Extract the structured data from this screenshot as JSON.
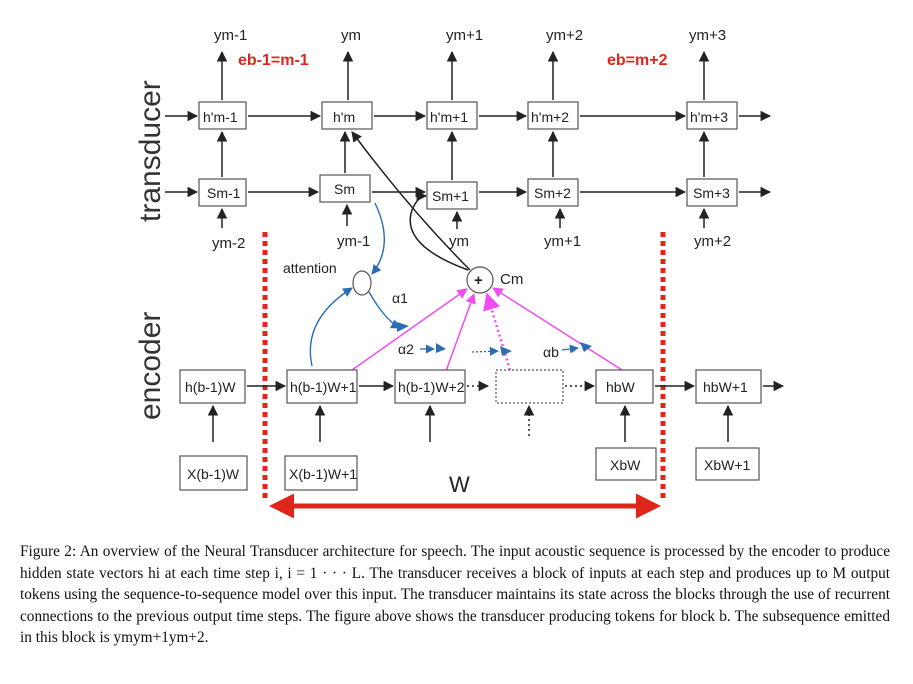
{
  "side_labels": {
    "transducer": "transducer",
    "encoder": "encoder"
  },
  "outputs_top": [
    "ym-1",
    "ym",
    "ym+1",
    "ym+2",
    "ym+3"
  ],
  "h_prime": [
    "h'm-1",
    "h'm",
    "h'm+1",
    "h'm+2",
    "h'm+3"
  ],
  "states": [
    "Sm-1",
    "Sm",
    "Sm+1",
    "Sm+2",
    "Sm+3"
  ],
  "inputs_bottom": [
    "ym-2",
    "ym-1",
    "ym",
    "ym+1",
    "ym+2"
  ],
  "block_markers": {
    "start": "eb-1=m-1",
    "end": "eb=m+2"
  },
  "attention": {
    "label": "attention",
    "context": "Cm",
    "plus": "+",
    "a1": "α1",
    "a2": "α2",
    "ab": "αb"
  },
  "encoder_h": [
    "h(b-1)W",
    "h(b-1)W+1",
    "h(b-1)W+2",
    "hbW",
    "hbW+1"
  ],
  "encoder_x": [
    "X(b-1)W",
    "X(b-1)W+1",
    "XbW",
    "XbW+1"
  ],
  "window_label": "W",
  "colors": {
    "block_marker": "#e0251b",
    "attention_lines": "#f04cf0",
    "attention_arrows": "#2a6db5"
  },
  "caption": {
    "fig_label": "Figure 2:",
    "text": "An overview of the Neural Transducer architecture for speech. The input acoustic sequence is processed by the encoder to produce hidden state vectors hi at each time step i, i = 1 · · · L. The transducer receives a block of inputs at each step and produces up to M output tokens using the sequence-to-sequence model over this input. The transducer maintains its state across the blocks through the use of recurrent connections to the previous output time steps. The figure above shows the transducer producing tokens for block b. The subsequence emitted in this block is ymym+1ym+2."
  }
}
